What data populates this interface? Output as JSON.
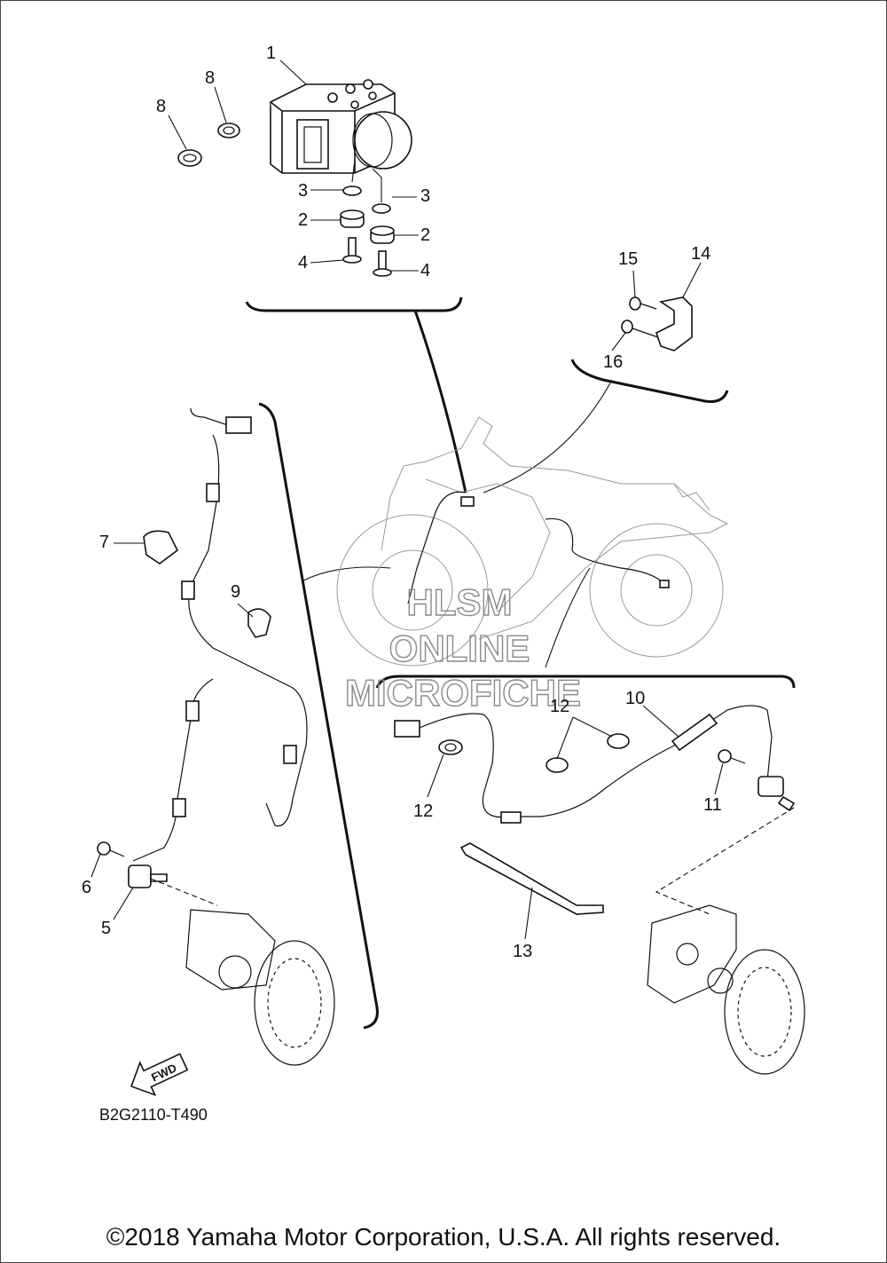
{
  "callouts": [
    {
      "id": "c1",
      "text": "1"
    },
    {
      "id": "c8a",
      "text": "8"
    },
    {
      "id": "c8b",
      "text": "8"
    },
    {
      "id": "c3a",
      "text": "3"
    },
    {
      "id": "c3b",
      "text": "3"
    },
    {
      "id": "c2a",
      "text": "2"
    },
    {
      "id": "c2b",
      "text": "2"
    },
    {
      "id": "c4a",
      "text": "4"
    },
    {
      "id": "c4b",
      "text": "4"
    },
    {
      "id": "c15",
      "text": "15"
    },
    {
      "id": "c14",
      "text": "14"
    },
    {
      "id": "c16",
      "text": "16"
    },
    {
      "id": "c7",
      "text": "7"
    },
    {
      "id": "c9",
      "text": "9"
    },
    {
      "id": "c12a",
      "text": "12"
    },
    {
      "id": "c10",
      "text": "10"
    },
    {
      "id": "c12b",
      "text": "12"
    },
    {
      "id": "c11",
      "text": "11"
    },
    {
      "id": "c6",
      "text": "6"
    },
    {
      "id": "c5",
      "text": "5"
    },
    {
      "id": "c13",
      "text": "13"
    }
  ],
  "fwd_label": "FWD",
  "diagram_code": "B2G2110-T490",
  "watermark": {
    "line1": "HLSM",
    "line2": "ONLINE",
    "line3": "MICROFICHE"
  },
  "copyright": "©2018 Yamaha Motor Corporation, U.S.A. All rights reserved."
}
